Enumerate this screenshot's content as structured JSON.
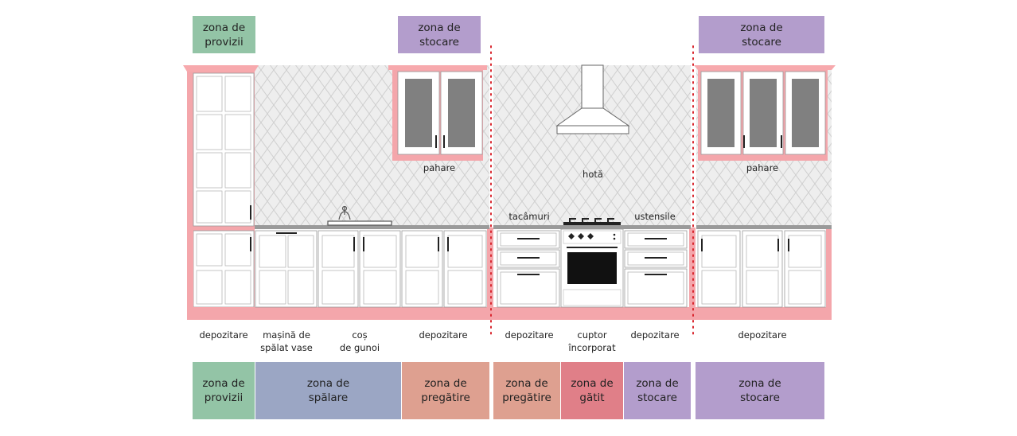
{
  "colors": {
    "provizii": "#93c4a6",
    "stocare": "#b39dcc",
    "spalare": "#9ba6c4",
    "pregatire": "#dea090",
    "gatit": "#e07f88",
    "cabinet_outline": "#f4a6ab",
    "backsplash": "#ececec",
    "divider": "#d9262e",
    "glass": "#808080"
  },
  "top_zones": [
    {
      "line1": "zona de",
      "line2": "provizii"
    },
    {
      "line1": "zona de",
      "line2": "stocare"
    },
    {
      "line1": "zona de",
      "line2": "stocare"
    }
  ],
  "bottom_zones": [
    {
      "line1": "zona de",
      "line2": "provizii"
    },
    {
      "line1": "zona de",
      "line2": "spălare"
    },
    {
      "line1": "zona de",
      "line2": "pregătire"
    },
    {
      "line1": "zona de",
      "line2": "pregătire"
    },
    {
      "line1": "zona de",
      "line2": "gătit"
    },
    {
      "line1": "zona de",
      "line2": "stocare"
    },
    {
      "line1": "zona de",
      "line2": "stocare"
    }
  ],
  "wall_labels": {
    "pahare_left": "pahare",
    "hota": "hotă",
    "pahare_right": "pahare",
    "tacamuri": "tacâmuri",
    "ustensile": "ustensile"
  },
  "base_labels": [
    {
      "line1": "depozitare",
      "line2": ""
    },
    {
      "line1": "mașină de",
      "line2": "spălat vase"
    },
    {
      "line1": "coș",
      "line2": "de gunoi"
    },
    {
      "line1": "depozitare",
      "line2": ""
    },
    {
      "line1": "depozitare",
      "line2": ""
    },
    {
      "line1": "cuptor",
      "line2": "încorporat"
    },
    {
      "line1": "depozitare",
      "line2": ""
    },
    {
      "line1": "depozitare",
      "line2": ""
    }
  ]
}
